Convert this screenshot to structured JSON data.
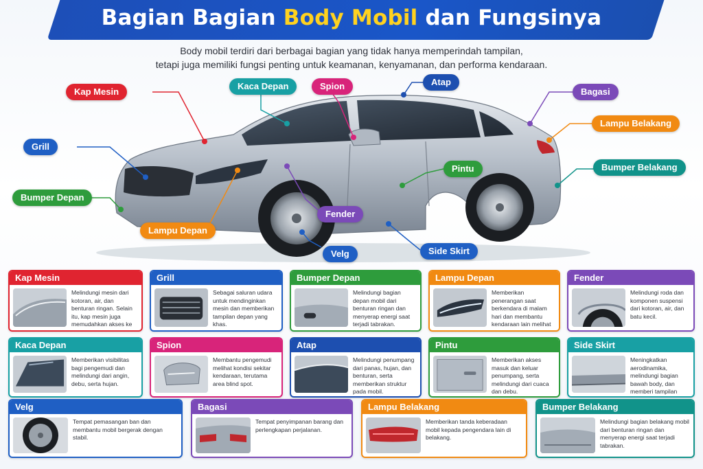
{
  "header": {
    "title_pre": "Bagian Bagian",
    "title_highlight": "Body Mobil",
    "title_post": "dan Fungsinya",
    "subtitle_line1": "Body mobil terdiri dari berbagai bagian yang tidak hanya memperindah tampilan,",
    "subtitle_line2": "tetapi juga memiliki fungsi penting untuk keamanan, kenyamanan, dan performa kendaraan."
  },
  "colors": {
    "red": "#e02430",
    "blue": "#1f5fc4",
    "green": "#2e9c3c",
    "orange": "#f18a12",
    "purple": "#7b4ab8",
    "teal": "#18a0a4",
    "pink": "#d8247a",
    "navy": "#1d4fb0",
    "darkteal": "#11938a",
    "yellow": "#ffd21f"
  },
  "callouts": {
    "kap_mesin": "Kap Mesin",
    "kaca_depan": "Kaca Depan",
    "spion": "Spion",
    "atap": "Atap",
    "bagasi": "Bagasi",
    "lampu_belakang": "Lampu Belakang",
    "grill": "Grill",
    "pintu": "Pintu",
    "bumper_belakang": "Bumper Belakang",
    "bumper_depan": "Bumper Depan",
    "fender": "Fender",
    "lampu_depan": "Lampu Depan",
    "side_skirt": "Side Skirt",
    "velg": "Velg"
  },
  "cards": [
    {
      "title": "Kap Mesin",
      "color": "red",
      "thumb": "hood-icon",
      "desc": "Melindungi mesin dari kotoran, air, dan benturan ringan. Selain itu, kap mesin juga memudahkan akses ke ruang mesin."
    },
    {
      "title": "Grill",
      "color": "blue",
      "thumb": "grill-icon",
      "desc": "Sebagai saluran udara untuk mendinginkan mesin dan memberikan tampilan depan yang khas."
    },
    {
      "title": "Bumper Depan",
      "color": "green",
      "thumb": "front-bumper-icon",
      "desc": "Melindungi bagian depan mobil dari benturan ringan dan menyerap energi saat terjadi tabrakan."
    },
    {
      "title": "Lampu Depan",
      "color": "orange",
      "thumb": "headlight-icon",
      "desc": "Memberikan penerangan saat berkendara di malam hari dan membantu kendaraan lain melihat posisi mobil."
    },
    {
      "title": "Fender",
      "color": "purple",
      "thumb": "fender-icon",
      "desc": "Melindungi roda dan komponen suspensi dari kotoran, air, dan batu kecil."
    },
    {
      "title": "Kaca Depan",
      "color": "teal",
      "thumb": "windshield-icon",
      "desc": "Memberikan visibilitas bagi pengemudi dan melindungi dari angin, debu, serta hujan."
    },
    {
      "title": "Spion",
      "color": "pink",
      "thumb": "mirror-icon",
      "desc": "Membantu pengemudi melihat kondisi sekitar kendaraan, terutama area blind spot."
    },
    {
      "title": "Atap",
      "color": "navy",
      "thumb": "roof-icon",
      "desc": "Melindungi penumpang dari panas, hujan, dan benturan, serta memberikan struktur pada mobil."
    },
    {
      "title": "Pintu",
      "color": "green",
      "thumb": "door-icon",
      "desc": "Memberikan akses masuk dan keluar penumpang, serta melindungi dari cuaca dan debu."
    },
    {
      "title": "Side Skirt",
      "color": "teal",
      "thumb": "side-skirt-icon",
      "desc": "Meningkatkan aerodinamika, melindungi bagian bawah body, dan memberi tampilan lebih sporty."
    },
    {
      "title": "Velg",
      "color": "blue",
      "thumb": "wheel-icon",
      "desc": "Tempat pemasangan ban dan membantu mobil bergerak dengan stabil."
    },
    {
      "title": "Bagasi",
      "color": "purple",
      "thumb": "trunk-icon",
      "desc": "Tempat penyimpanan barang dan perlengkapan perjalanan."
    },
    {
      "title": "Lampu Belakang",
      "color": "orange",
      "thumb": "taillight-icon",
      "desc": "Memberikan tanda keberadaan mobil kepada pengendara lain di belakang."
    },
    {
      "title": "Bumper Belakang",
      "color": "darkteal",
      "thumb": "rear-bumper-icon",
      "desc": "Melindungi bagian belakang mobil dari benturan ringan dan menyerap energi saat terjadi tabrakan."
    }
  ]
}
